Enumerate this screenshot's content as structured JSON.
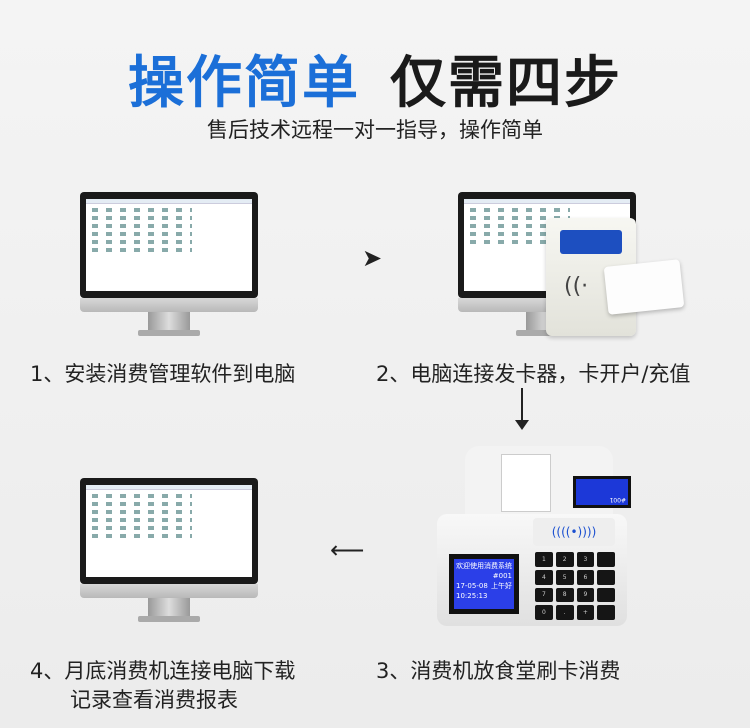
{
  "header": {
    "title_blue": "操作简单",
    "title_black": "仅需四步",
    "subtitle": "售后技术远程一对一指导，操作简单"
  },
  "steps": [
    {
      "label": "1、安装消费管理软件到电脑"
    },
    {
      "label": "2、电脑连接发卡器，卡开户/充值"
    },
    {
      "label": "3、消费机放食堂刷卡消费"
    },
    {
      "label_line1": "4、月底消费机连接电脑下载",
      "label_line2": "记录查看消费报表"
    }
  ],
  "device": {
    "screen_title": "欢迎使用消费系统",
    "terminal": "#001",
    "date": "17-05-08",
    "greeting": "上午好",
    "time": "10:25:13",
    "keys": [
      "1",
      "2",
      "3",
      "",
      "4",
      "5",
      "6",
      "",
      "7",
      "8",
      "9",
      "",
      "0",
      ".",
      "+",
      ""
    ]
  },
  "colors": {
    "accent": "#1b6fd8"
  }
}
